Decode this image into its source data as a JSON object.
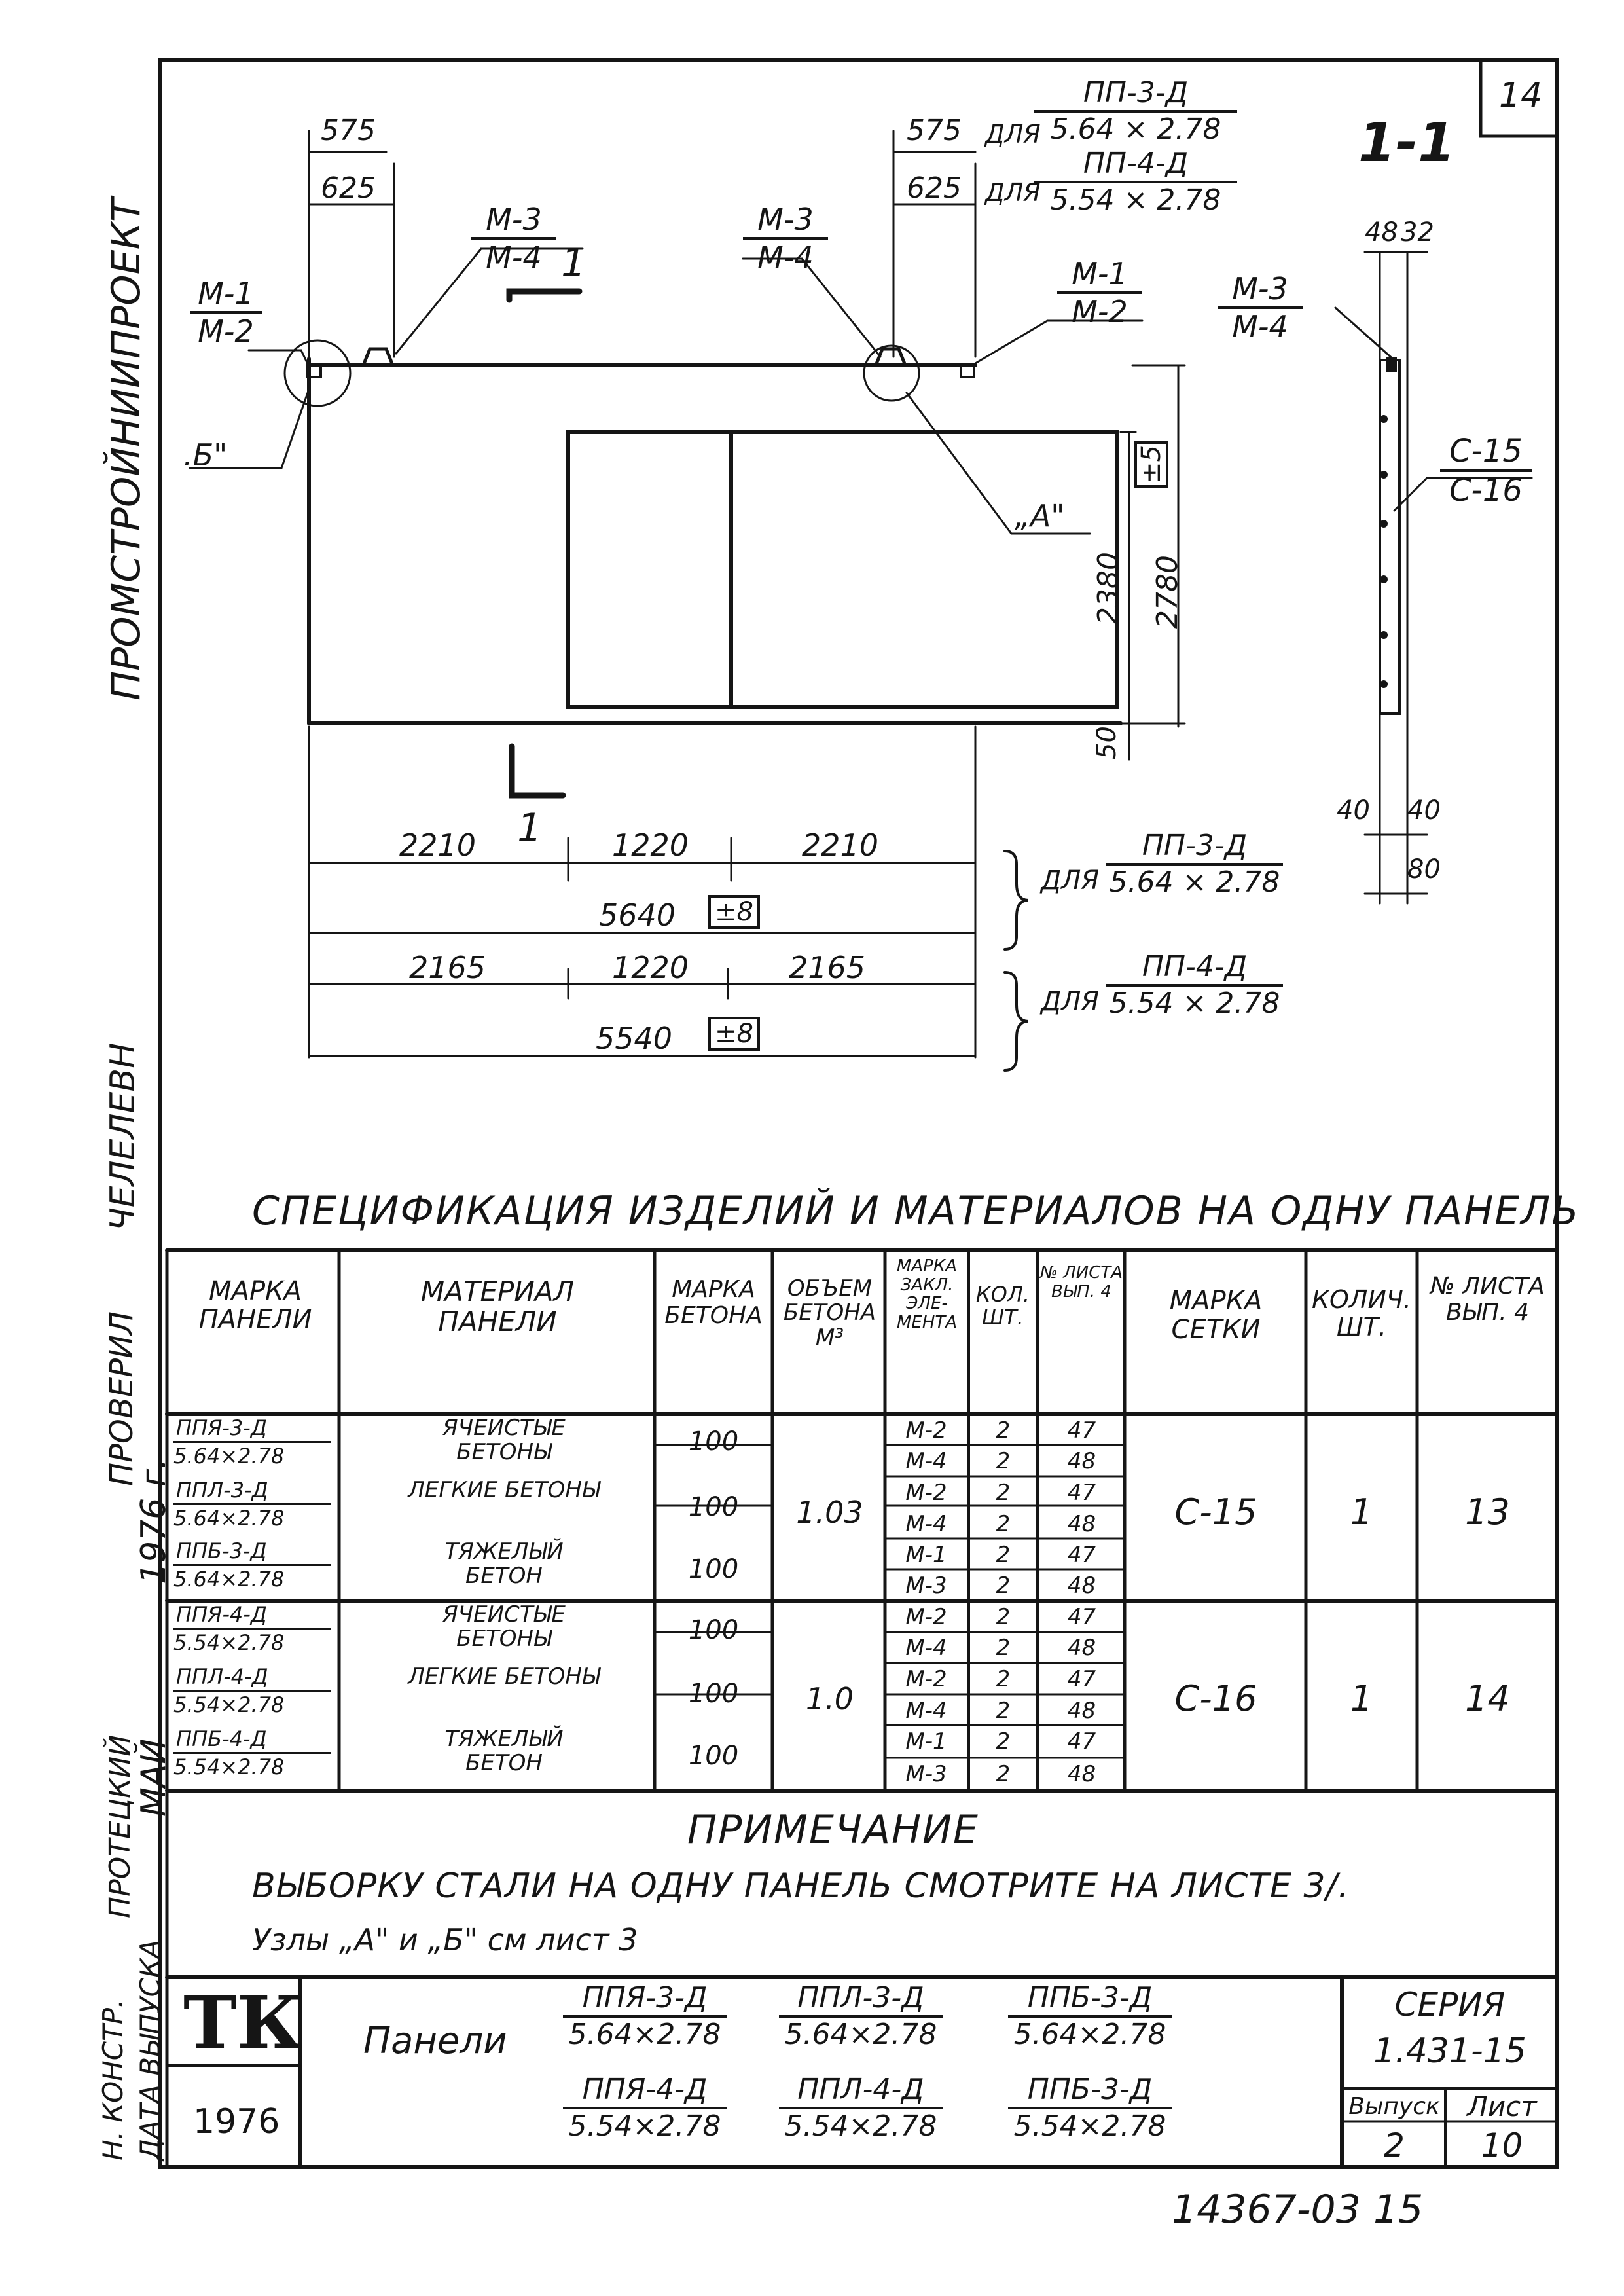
{
  "sheet_number": "14",
  "section": "1-1",
  "side_strip": {
    "institute": "ПРОМСТРОЙНИИПРОЕКТ",
    "designer": "ЧЕЛЕЛЕВН",
    "checker": "ПРОВЕРИЛ",
    "author": "ПРОТЕЦКИЙ",
    "month": "МАЙ",
    "year": "1976 г.",
    "role_1": "Н. КОНСТР.",
    "role_2": "ДАТА ВЫПУСКА"
  },
  "drawing": {
    "dim_575": "575",
    "dim_625": "625",
    "label_pp3": "ДЛЯ",
    "pp3_num": "ПП-3-Д",
    "pp3_den": "5.64 × 2.78",
    "label_pp4": "ДЛЯ",
    "pp4_num": "ПП-4-Д",
    "pp4_den": "5.54 × 2.78",
    "m1": "М-1",
    "m2": "М-2",
    "m3": "М-3",
    "m4": "М-4",
    "cut_mark": "1",
    "node_a": "„А\"",
    "node_b": ".Б\"",
    "tol_5": "±5",
    "dim_2380": "2380",
    "dim_2780": "2780",
    "dim_50": "50",
    "dim_2210a": "2210",
    "dim_1220a": "1220",
    "dim_2210b": "2210",
    "dim_5640": "5640",
    "tol_8a": "±8",
    "dim_2165a": "2165",
    "dim_1220b": "1220",
    "dim_2165b": "2165",
    "dim_5540": "5540",
    "tol_8b": "±8",
    "sec_48": "48",
    "sec_32": "32",
    "c15": "С-15",
    "c16": "С-16",
    "sec_40a": "40",
    "sec_40b": "40",
    "sec_80": "80"
  },
  "spec_title": "СПЕЦИФИКАЦИЯ ИЗДЕЛИЙ И МАТЕРИАЛОВ НА ОДНУ ПАНЕЛЬ",
  "table": {
    "headers": [
      "МАРКА ПАНЕЛИ",
      "МАТЕРИАЛ ПАНЕЛИ",
      "МАРКА БЕТОНА",
      "ОБЪЕМ БЕТОНА М³",
      "МАРКА ЗАКЛ. ЭЛЕ-МЕНТА",
      "КОЛ. ШТ.",
      "№ ЛИСТА ВЫП. 4",
      "МАРКА СЕТКИ",
      "КОЛИЧ. ШТ.",
      "№ ЛИСТА ВЫП. 4"
    ],
    "rows": [
      {
        "mark_num": "ППЯ-3-Д",
        "mark_den": "5.64×2.78",
        "material": "ЯЧЕИСТЫЕ БЕТОНЫ",
        "grade": "100",
        "el": [
          "М-2",
          "М-4"
        ],
        "qty": [
          "2",
          "2"
        ],
        "sheet": [
          "47",
          "48"
        ]
      },
      {
        "mark_num": "ППЛ-3-Д",
        "mark_den": "5.64×2.78",
        "material": "ЛЕГКИЕ БЕТОНЫ",
        "grade": "100",
        "el": [
          "М-2",
          "М-4"
        ],
        "qty": [
          "2",
          "2"
        ],
        "sheet": [
          "47",
          "48"
        ]
      },
      {
        "mark_num": "ППБ-3-Д",
        "mark_den": "5.64×2.78",
        "material": "ТЯЖЕЛЫЙ БЕТОН",
        "grade": "100",
        "el": [
          "М-1",
          "М-3"
        ],
        "qty": [
          "2",
          "2"
        ],
        "sheet": [
          "47",
          "48"
        ]
      },
      {
        "mark_num": "ППЯ-4-Д",
        "mark_den": "5.54×2.78",
        "material": "ЯЧЕИСТЫЕ БЕТОНЫ",
        "grade": "100",
        "el": [
          "М-2",
          "М-4"
        ],
        "qty": [
          "2",
          "2"
        ],
        "sheet": [
          "47",
          "48"
        ]
      },
      {
        "mark_num": "ППЛ-4-Д",
        "mark_den": "5.54×2.78",
        "material": "ЛЕГКИЕ БЕТОНЫ",
        "grade": "100",
        "el": [
          "М-2",
          "М-4"
        ],
        "qty": [
          "2",
          "2"
        ],
        "sheet": [
          "47",
          "48"
        ]
      },
      {
        "mark_num": "ППБ-4-Д",
        "mark_den": "5.54×2.78",
        "material": "ТЯЖЕЛЫЙ БЕТОН",
        "grade": "100",
        "el": [
          "М-1",
          "М-3"
        ],
        "qty": [
          "2",
          "2"
        ],
        "sheet": [
          "47",
          "48"
        ]
      }
    ],
    "group_volume": [
      "1.03",
      "1.0"
    ],
    "group_mesh": [
      "С-15",
      "С-16"
    ],
    "group_mesh_qty": [
      "1",
      "1"
    ],
    "group_mesh_sheet": [
      "13",
      "14"
    ]
  },
  "note": {
    "title": "ПРИМЕЧАНИЕ",
    "line1": "ВЫБОРКУ СТАЛИ НА ОДНУ ПАНЕЛЬ СМОТРИТЕ НА ЛИСТЕ 3/.",
    "line2": "Узлы „А\" и „Б\" см лист 3"
  },
  "title_block": {
    "logo": "ТК",
    "year": "1976",
    "panels_label": "Панели",
    "items": [
      {
        "num": "ППЯ-3-Д",
        "den": "5.64×2.78"
      },
      {
        "num": "ППЛ-3-Д",
        "den": "5.64×2.78"
      },
      {
        "num": "ППБ-3-Д",
        "den": "5.64×2.78"
      },
      {
        "num": "ППЯ-4-Д",
        "den": "5.54×2.78"
      },
      {
        "num": "ППЛ-4-Д",
        "den": "5.54×2.78"
      },
      {
        "num": "ППБ-3-Д",
        "den": "5.54×2.78"
      }
    ],
    "series_label": "СЕРИЯ",
    "series_value": "1.431-15",
    "issue_label": "Выпуск",
    "issue_value": "2",
    "sheet_label": "Лист",
    "sheet_value": "10"
  },
  "archive_number": "14367-03 15"
}
